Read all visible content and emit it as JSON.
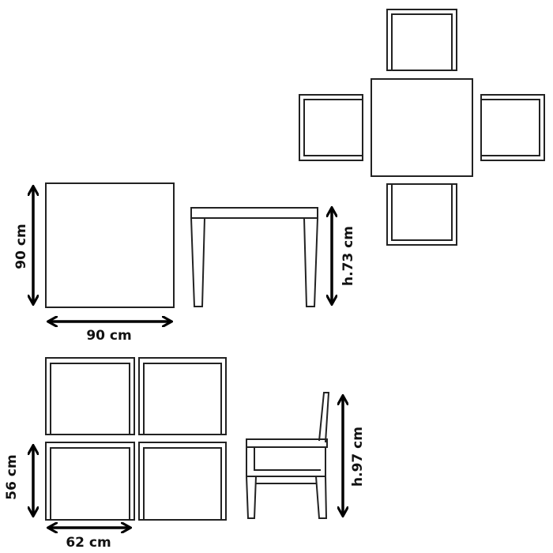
{
  "colors": {
    "line": "#222222",
    "arrow": "#000000",
    "background": "#ffffff"
  },
  "labels": {
    "table_depth": "90 cm",
    "table_width": "90 cm",
    "table_height": "h.73 cm",
    "chair_depth": "56 cm",
    "chair_width": "62 cm",
    "chair_height": "h.97 cm"
  }
}
